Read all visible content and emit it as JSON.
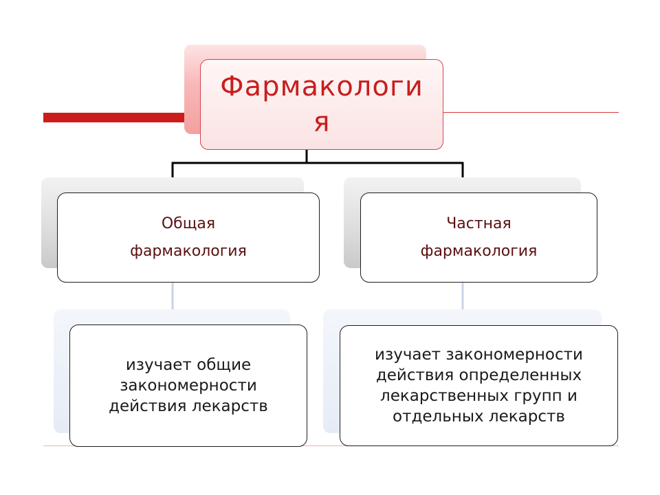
{
  "diagram": {
    "root": {
      "label": "Фармакология"
    },
    "branches": [
      {
        "title": "Общая фармакология",
        "description": "изучает общие закономерности действия лекарств"
      },
      {
        "title": "Частная фармакология",
        "description": "изучает закономерности действия определенных лекарственных групп и отдельных лекарств"
      }
    ]
  },
  "colors": {
    "accent_red": "#cc1d1d",
    "root_text": "#c81e1e",
    "branch_title_text": "#5a1010",
    "connector": "#000000",
    "sub_connector": "#c8d4e6"
  }
}
